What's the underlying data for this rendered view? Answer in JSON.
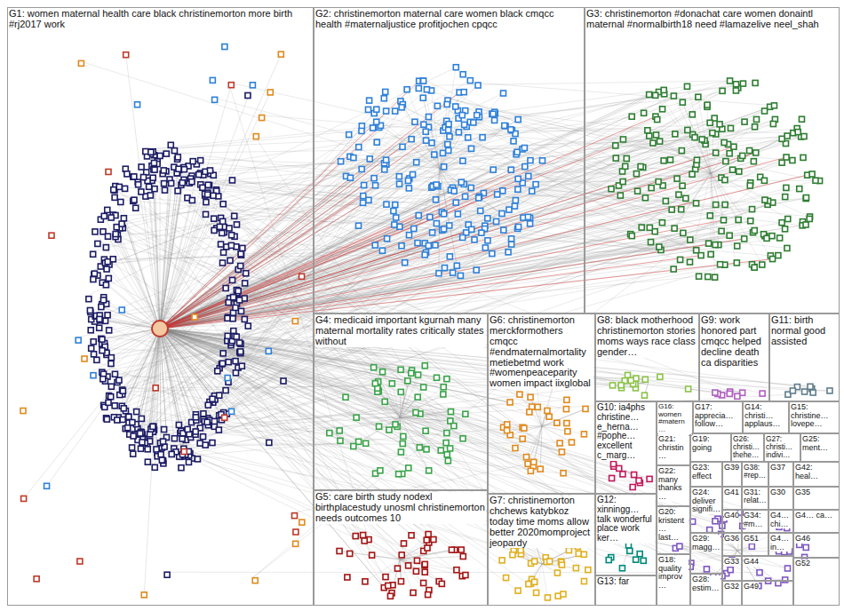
{
  "diagram": {
    "nodes": [
      {
        "text": [
          "G1: women maternal health care black christinemorton more birth #rj2017 work"
        ]
      },
      {
        "text": [
          "G2: christinemorton maternal care women black cmqcc health #maternaljustice profitjochen cpqcc"
        ]
      },
      {
        "text": [
          "G3: christinemorton #donachat care women donaintl maternal #normalbirth18 need #lamazelive neel_shah"
        ]
      },
      {
        "text": [
          "G4: medicaid important kgurnah many maternal mortality rates critically states without"
        ]
      },
      {
        "text": [
          "G5: care birth study nodexl birthplacestudy unosml christinemorton needs outcomes 10"
        ]
      },
      {
        "text": [
          "G6: christinemorton merckformothers cmqcc #endmaternalmortality metiebetmd work #womenpeaceparity women impact iixglobal"
        ]
      },
      {
        "text": [
          "G7: christinemorton chchews katybkoz today time moms allow better 2020momproject jeopardy"
        ]
      },
      {
        "text": [
          "G8: black motherhood christinemorton stories moms ways race class gender…"
        ]
      },
      {
        "text": [
          "G9: work honored part cmqcc helped decline death ca disparities"
        ]
      },
      {
        "text": [
          "G11: birth normal good assisted"
        ]
      },
      {
        "text": [
          "G10: ia4phs christine… e_herna… #pophe… excellent c_marg…"
        ]
      },
      {
        "text": [
          "G16: women #matern…"
        ]
      },
      {
        "text": [
          "G17: apprecia… follow…"
        ]
      },
      {
        "text": [
          "G14: christi… applaus…"
        ]
      },
      {
        "text": [
          "G15: christine… lovepe…"
        ]
      },
      {
        "text": [
          "G21: christin…"
        ]
      },
      {
        "text": [
          "G19: going"
        ]
      },
      {
        "text": [
          "G26: christi… thehe…"
        ]
      },
      {
        "text": [
          "G27: christi… indivi…"
        ]
      },
      {
        "text": [
          "G25: ment…"
        ]
      },
      {
        "text": [
          "G12: xinningg… talk wonderful place work ker…"
        ]
      },
      {
        "text": [
          "G22: many thanks…"
        ]
      },
      {
        "text": [
          "G23: effect"
        ]
      },
      {
        "text": [
          "G39"
        ]
      },
      {
        "text": [
          "G38: #rep…"
        ]
      },
      {
        "text": [
          "G37"
        ]
      },
      {
        "text": [
          "G42: heal…"
        ]
      },
      {
        "text": [
          "G20: kristent… last…"
        ]
      },
      {
        "text": [
          "G24: deliver signifi…"
        ]
      },
      {
        "text": [
          "G41"
        ]
      },
      {
        "text": [
          "G31: relat…"
        ]
      },
      {
        "text": [
          "G30"
        ]
      },
      {
        "text": [
          "G35"
        ]
      },
      {
        "text": [
          "G13: far"
        ]
      },
      {
        "text": [
          "G29: magg…"
        ]
      },
      {
        "text": [
          "G40"
        ]
      },
      {
        "text": [
          "G34: #m…"
        ]
      },
      {
        "text": [
          "G4… chi…"
        ]
      },
      {
        "text": [
          "G18: quality improv…"
        ]
      },
      {
        "text": [
          "G28: estim…"
        ]
      },
      {
        "text": [
          "G36"
        ]
      },
      {
        "text": [
          "G33"
        ]
      },
      {
        "text": [
          "G51"
        ]
      },
      {
        "text": [
          "G4… in…"
        ]
      },
      {
        "text": [
          "G4… ca…"
        ]
      },
      {
        "text": [
          "G32"
        ]
      },
      {
        "text": [
          "G44"
        ]
      },
      {
        "text": [
          "G49"
        ]
      },
      {
        "text": [
          "G46"
        ]
      },
      {
        "text": [
          "G52"
        ]
      }
    ]
  }
}
